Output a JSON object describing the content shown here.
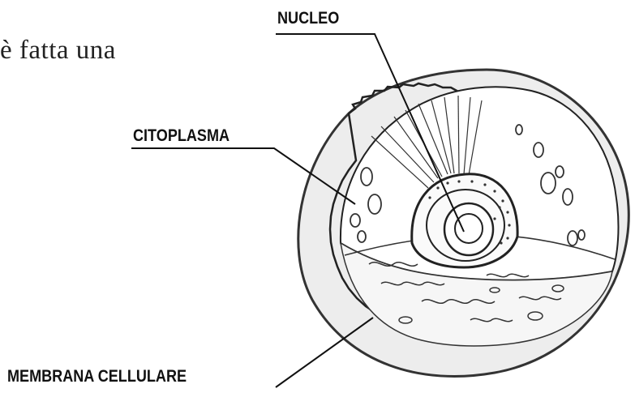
{
  "text_fragment": "è fatta una",
  "labels": {
    "nucleus": "NUCLEO",
    "cytoplasm": "CITOPLASMA",
    "membrane": "MEMBRANA CELLULARE"
  }
}
